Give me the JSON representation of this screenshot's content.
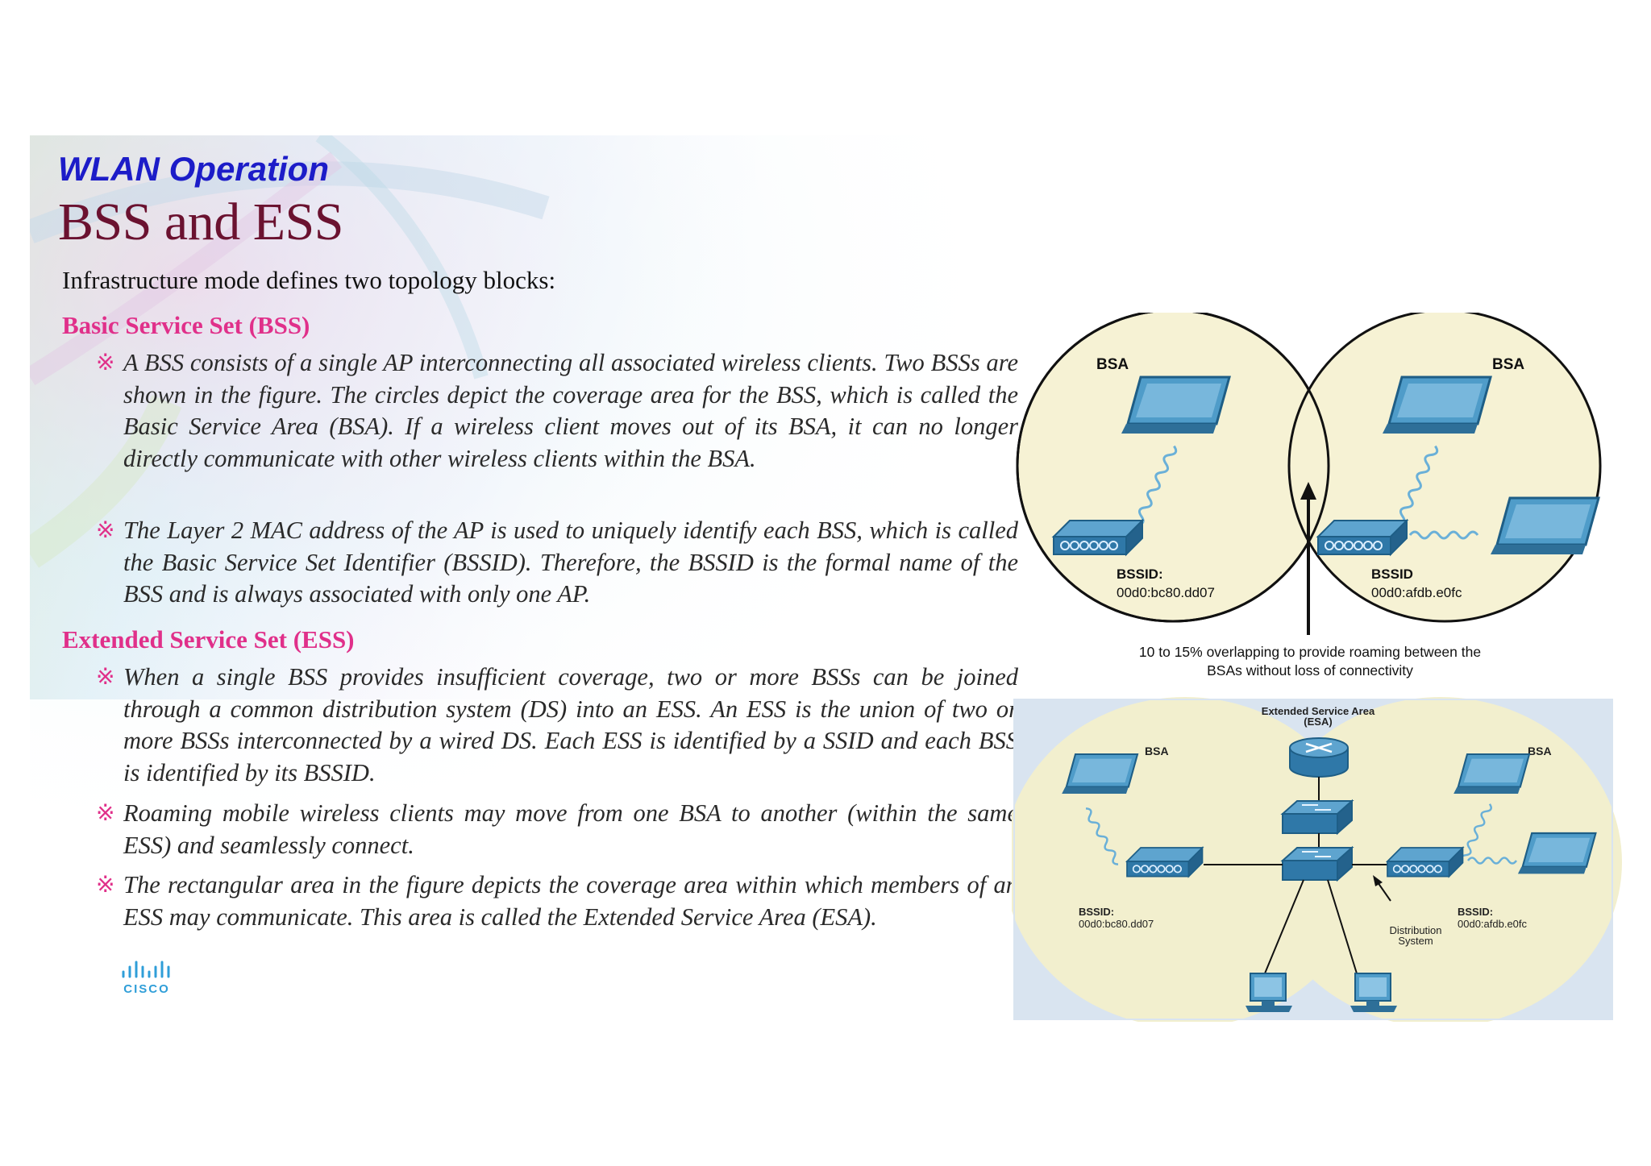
{
  "header": {
    "subtitle": "WLAN Operation",
    "title": "BSS and ESS"
  },
  "intro": "Infrastructure mode defines two topology blocks:",
  "sections": [
    {
      "heading": "Basic Service Set (BSS)",
      "bullets": [
        "A BSS consists of a single AP interconnecting all associated wireless clients. Two BSSs are shown in the figure. The circles depict the coverage area for the BSS, which is called the Basic Service Area (BSA). If a wireless client moves out of its BSA, it can no longer directly communicate with other wireless clients within the BSA.",
        "The Layer 2 MAC address of the AP is used to uniquely identify each BSS, which is called the Basic Service Set Identifier (BSSID). Therefore, the BSSID is the formal name of the BSS and is always associated with only one AP."
      ]
    },
    {
      "heading": "Extended Service Set (ESS)",
      "bullets": [
        "When a single BSS provides insufficient coverage, two or more BSSs can be joined through a common distribution system (DS) into an ESS. An ESS is the union of two or more BSSs interconnected by a wired DS. Each ESS is identified by a SSID and each BSS is identified by its BSSID.",
        "Roaming mobile wireless clients may move from one BSA to another (within the same ESS) and seamlessly connect.",
        "The rectangular area in the figure depicts the coverage area within which members of an ESS may communicate. This area is called the Extended Service Area (ESA)."
      ]
    }
  ],
  "bullet_marker": "※",
  "logo": {
    "text": "CISCO",
    "icon": "cisco-logo-icon"
  },
  "figure_bss": {
    "bsa_left": "BSA",
    "bsa_right": "BSA",
    "bssid_left_label": "BSSID:",
    "bssid_left_value": "00d0:bc80.dd07",
    "bssid_right_label": "BSSID",
    "bssid_right_value": "00d0:afdb.e0fc",
    "caption_line1": "10 to 15% overlapping to provide roaming between the",
    "caption_line2": "BSAs without loss of connectivity"
  },
  "figure_ess": {
    "esa_line1": "Extended Service Area",
    "esa_line2": "(ESA)",
    "bsa_left": "BSA",
    "bsa_right": "BSA",
    "bssid_left_label": "BSSID:",
    "bssid_left_value": "00d0:bc80.dd07",
    "bssid_right_label": "BSSID:",
    "bssid_right_value": "00d0:afdb.e0fc",
    "ds_line1": "Distribution",
    "ds_line2": "System"
  },
  "colors": {
    "subtitle": "#1c1cc8",
    "title": "#6b1230",
    "section_heading": "#e0308a",
    "device_blue": "#3f86b6",
    "coverage_fill": "#f6f2d4",
    "esa_fill": "#d9e4f0"
  }
}
